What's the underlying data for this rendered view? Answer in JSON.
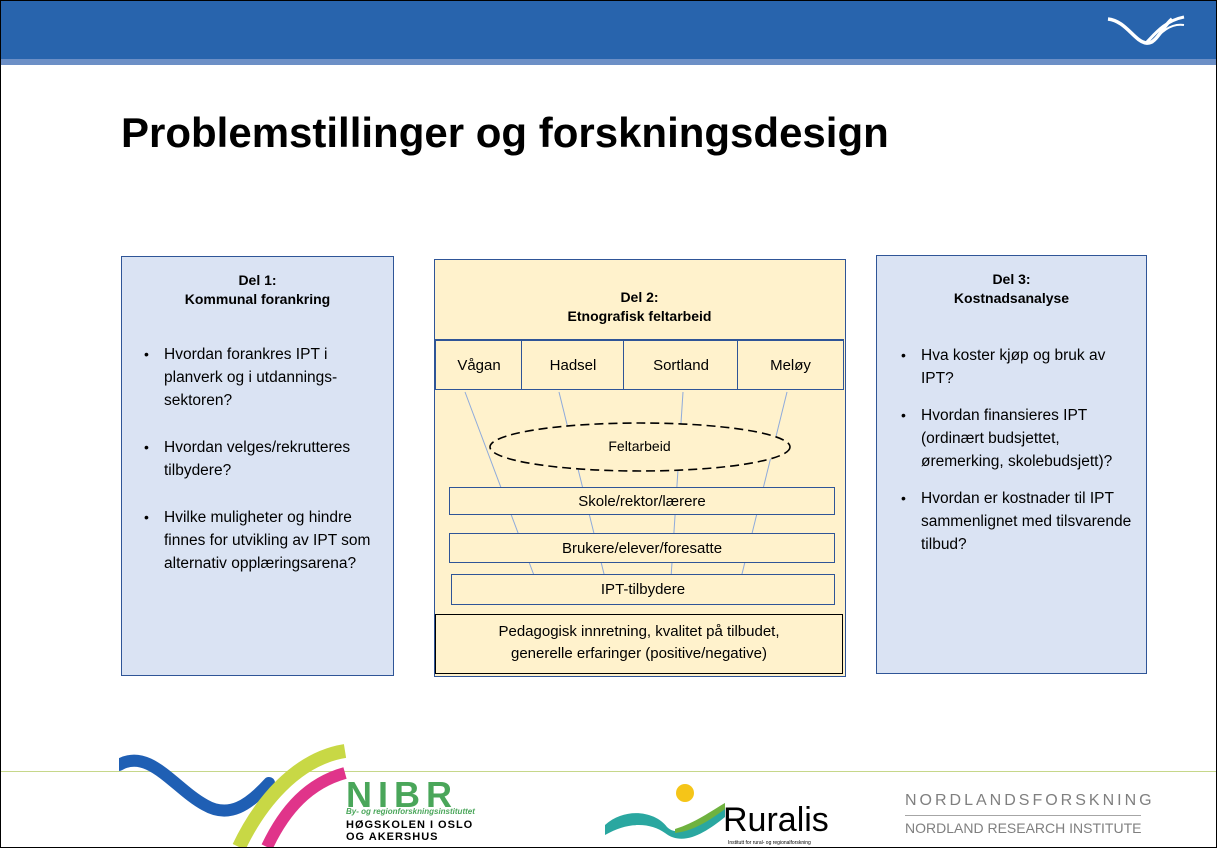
{
  "slide": {
    "title": "Problemstillinger og forskningsdesign"
  },
  "part1": {
    "heading_line1": "Del 1:",
    "heading_line2": "Kommunal forankring",
    "bullets": [
      "Hvordan forankres IPT i planverk og i utdannings-sektoren?",
      "Hvordan velges/rekrutteres tilbydere?",
      "Hvilke muligheter og hindre finnes for utvikling av IPT som alternativ opplæringsarena?"
    ]
  },
  "part2": {
    "heading_line1": "Del 2:",
    "heading_line2": "Etnografisk feltarbeid",
    "municipalities": [
      "Vågan",
      "Hadsel",
      "Sortland",
      "Meløy"
    ],
    "center_label": "Feltarbeid",
    "levels": [
      "Skole/rektor/lærere",
      "Brukere/elever/foresatte",
      "IPT-tilbydere"
    ],
    "bottom_line1": "Pedagogisk innretning, kvalitet på tilbudet,",
    "bottom_line2": "generelle erfaringer (positive/negative)"
  },
  "part3": {
    "heading_line1": "Del 3:",
    "heading_line2": "Kostnadsanalyse",
    "bullets": [
      "Hva koster kjøp og bruk av IPT?",
      "Hvordan finansieres IPT (ordinært budsjettet, øremerking, skolebudsjett)?",
      "Hvordan er kostnader til IPT sammenlignet med tilsvarende tilbud?"
    ]
  },
  "logos": {
    "nibr": "NIBR",
    "nibr_sub": "By- og regionforskningsinstituttet",
    "hioa_line1": "HØGSKOLEN I OSLO",
    "hioa_line2": "OG AKERSHUS",
    "ruralis": "Ruralis",
    "ruralis_sub": "Institutt for rural- og regionalforskning",
    "nordland_line1": "NORDLANDSFORSKNING",
    "nordland_line2": "NORDLAND RESEARCH INSTITUTE"
  },
  "colors": {
    "header_bar": "#2864ad",
    "blue_box": "#dae3f3",
    "yellow_box": "#fff2cc",
    "border": "#2f5597"
  }
}
